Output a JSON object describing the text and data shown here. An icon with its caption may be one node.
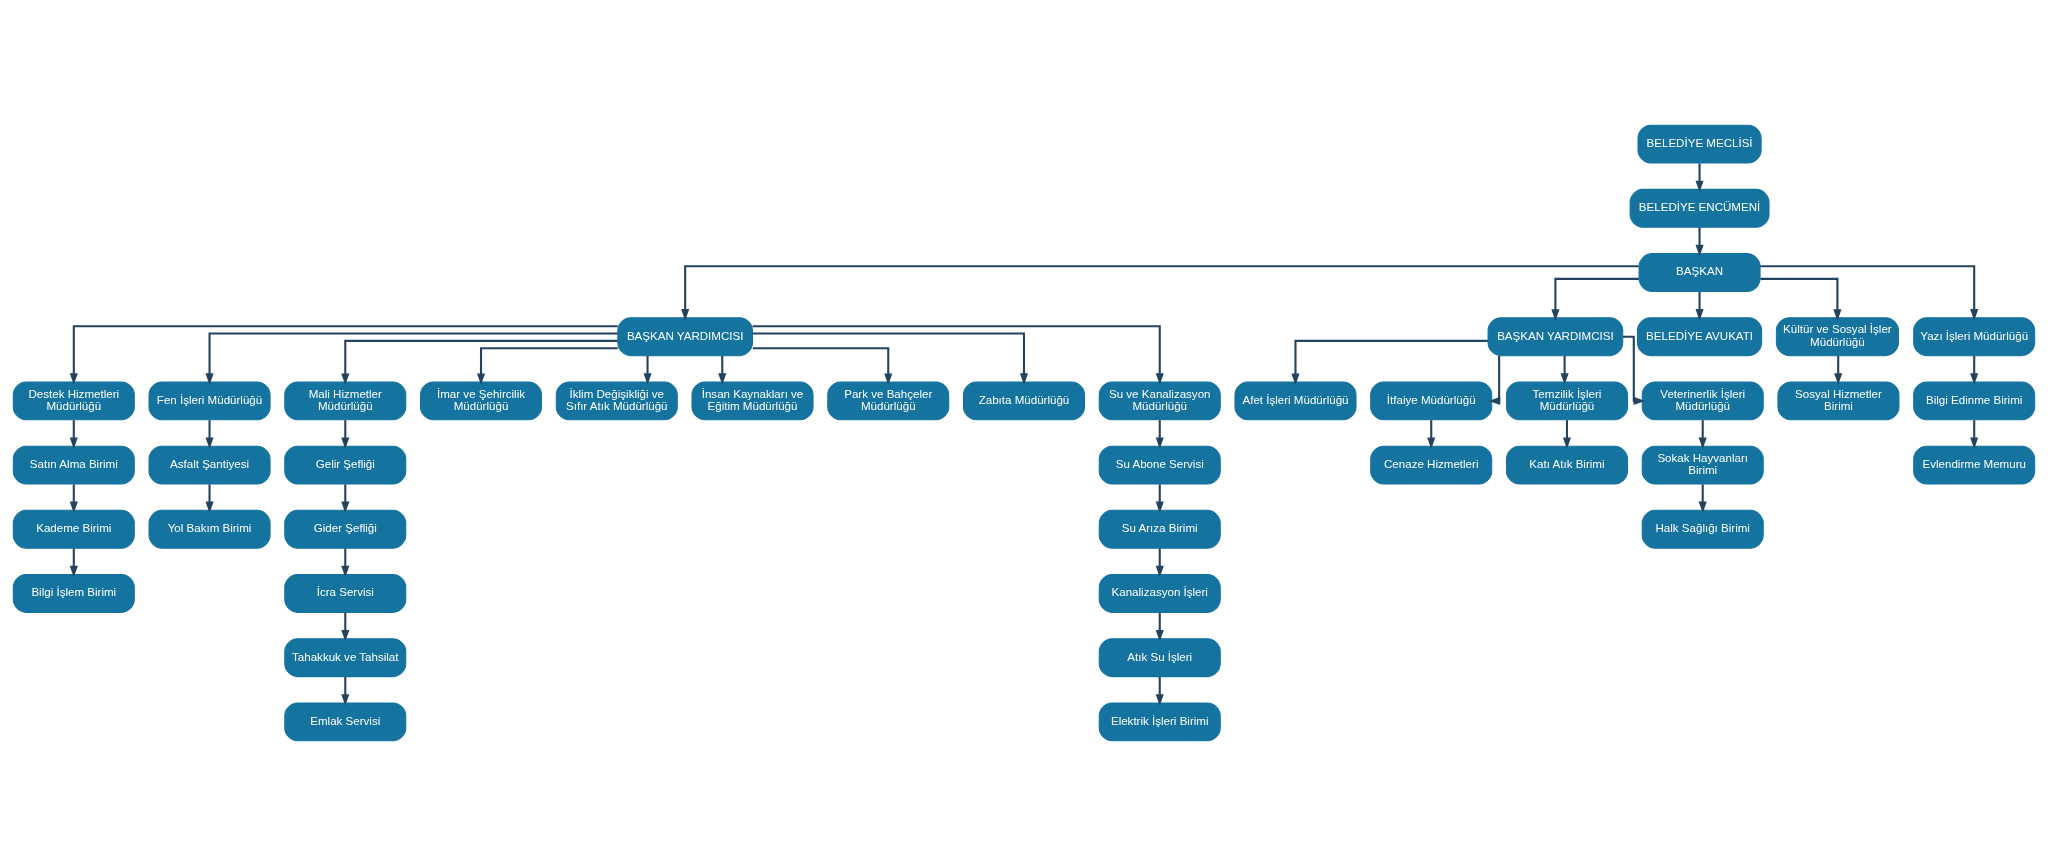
{
  "diagram": {
    "nodes": [
      {
        "text": [
          "BELEDİYE MECLİSİ"
        ]
      },
      {
        "text": [
          "BELEDİYE ENCÜMENİ"
        ]
      },
      {
        "text": [
          "BAŞKAN"
        ]
      },
      {
        "text": [
          "BAŞKAN YARDIMCISI"
        ]
      },
      {
        "text": [
          "BAŞKAN YARDIMCISI"
        ]
      },
      {
        "text": [
          "Destek Hizmetleri Müdürlüğü"
        ]
      },
      {
        "text": [
          "Satın Alma Birimi"
        ]
      },
      {
        "text": [
          "Kademe Birimi"
        ]
      },
      {
        "text": [
          "Bilgi İşlem Birimi"
        ]
      },
      {
        "text": [
          "Fen İşleri Müdürlüğü"
        ]
      },
      {
        "text": [
          "Asfalt Şantiyesi"
        ]
      },
      {
        "text": [
          "Yol Bakım Birimi"
        ]
      },
      {
        "text": [
          "Mali Hizmetler Müdürlüğü"
        ]
      },
      {
        "text": [
          "Gelir Şefliği"
        ]
      },
      {
        "text": [
          "Gider Şefliği"
        ]
      },
      {
        "text": [
          "İcra Servisi"
        ]
      },
      {
        "text": [
          "Tahakkuk ve Tahsilat"
        ]
      },
      {
        "text": [
          "Emlak Servisi"
        ]
      },
      {
        "text": [
          "İmar ve Şehircilik Müdürlüğü"
        ]
      },
      {
        "text": [
          "İklim Değişikliği ve Sıfır Atık Müdürlüğü"
        ]
      },
      {
        "text": [
          "İnsan Kaynakları ve Eğitim Müdürlüğü"
        ]
      },
      {
        "text": [
          "Park ve Bahçeler Müdürlüğü"
        ]
      },
      {
        "text": [
          "Zabıta Müdürlüğü"
        ]
      },
      {
        "text": [
          "Su ve Kanalizasyon Müdürlüğü"
        ]
      },
      {
        "text": [
          "Su Abone Servisi"
        ]
      },
      {
        "text": [
          "Su Arıza Birimi"
        ]
      },
      {
        "text": [
          "Kanalizasyon İşleri"
        ]
      },
      {
        "text": [
          "Atık Su İşleri"
        ]
      },
      {
        "text": [
          "Elektrik İşleri Birimi"
        ]
      },
      {
        "text": [
          "BELEDİYE AVUKATI"
        ]
      },
      {
        "text": [
          "Kültür ve Sosyal İşler Müdürlüğü"
        ]
      },
      {
        "text": [
          "Sosyal Hizmetler Birimi"
        ]
      },
      {
        "text": [
          "Yazı İşleri Müdürlüğü"
        ]
      },
      {
        "text": [
          "Bilgi Edinme Birimi"
        ]
      },
      {
        "text": [
          "Evlendirme Memuru"
        ]
      },
      {
        "text": [
          "Afet İşleri Müdürlüğü"
        ]
      },
      {
        "text": [
          "İtfaiye Müdürlüğü"
        ]
      },
      {
        "text": [
          "Cenaze Hizmetleri"
        ]
      },
      {
        "text": [
          "Temzilik İşleri Müdürlüğü"
        ]
      },
      {
        "text": [
          "Katı Atık Birimi"
        ]
      },
      {
        "text": [
          "Veterinerlik İşleri Müdürlüğü"
        ]
      },
      {
        "text": [
          "Sokak Hayvanları Birimi"
        ]
      },
      {
        "text": [
          "Halk Sağlığı Birimi"
        ]
      }
    ],
    "edges": [
      {
        "from": 0,
        "to": 1,
        "arrow": "to"
      },
      {
        "from": 1,
        "to": 2,
        "arrow": "to"
      },
      {
        "from": 2,
        "to": 3,
        "arrow": "to"
      },
      {
        "from": 2,
        "to": 29,
        "arrow": "to"
      },
      {
        "from": 2,
        "to": 30,
        "arrow": "to"
      },
      {
        "from": 2,
        "to": 32,
        "arrow": "to"
      },
      {
        "from": 2,
        "to": 4,
        "arrow": "to"
      },
      {
        "from": 3,
        "to": 5,
        "arrow": "to"
      },
      {
        "from": 3,
        "to": 9,
        "arrow": "to"
      },
      {
        "from": 3,
        "to": 12,
        "arrow": "to"
      },
      {
        "from": 3,
        "to": 18,
        "arrow": "to"
      },
      {
        "from": 3,
        "to": 19,
        "arrow": "to"
      },
      {
        "from": 3,
        "to": 20,
        "arrow": "to"
      },
      {
        "from": 3,
        "to": 21,
        "arrow": "to"
      },
      {
        "from": 3,
        "to": 22,
        "arrow": "to"
      },
      {
        "from": 3,
        "to": 23,
        "arrow": "to"
      },
      {
        "from": 5,
        "to": 6,
        "arrow": "to"
      },
      {
        "from": 6,
        "to": 7,
        "arrow": "to"
      },
      {
        "from": 7,
        "to": 8,
        "arrow": "to"
      },
      {
        "from": 9,
        "to": 10,
        "arrow": "to"
      },
      {
        "from": 10,
        "to": 11,
        "arrow": "to"
      },
      {
        "from": 12,
        "to": 13,
        "arrow": "to"
      },
      {
        "from": 13,
        "to": 14,
        "arrow": "to"
      },
      {
        "from": 14,
        "to": 15,
        "arrow": "to"
      },
      {
        "from": 15,
        "to": 16,
        "arrow": "to"
      },
      {
        "from": 16,
        "to": 17,
        "arrow": "to"
      },
      {
        "from": 23,
        "to": 24,
        "arrow": "to"
      },
      {
        "from": 24,
        "to": 25,
        "arrow": "to"
      },
      {
        "from": 25,
        "to": 26,
        "arrow": "to"
      },
      {
        "from": 26,
        "to": 27,
        "arrow": "to"
      },
      {
        "from": 27,
        "to": 28,
        "arrow": "to"
      },
      {
        "from": 30,
        "to": 31,
        "arrow": "to"
      },
      {
        "from": 32,
        "to": 33,
        "arrow": "to"
      },
      {
        "from": 33,
        "to": 34,
        "arrow": "to"
      },
      {
        "from": 4,
        "to": 35,
        "arrow": "to"
      },
      {
        "from": 4,
        "to": 36,
        "arrow": "to"
      },
      {
        "from": 4,
        "to": 38,
        "arrow": "to"
      },
      {
        "from": 4,
        "to": 40,
        "arrow": "to"
      },
      {
        "from": 36,
        "to": 37,
        "arrow": "to"
      },
      {
        "from": 38,
        "to": 39,
        "arrow": "to"
      },
      {
        "from": 40,
        "to": 41,
        "arrow": "to"
      },
      {
        "from": 41,
        "to": 42,
        "arrow": "to"
      }
    ]
  }
}
